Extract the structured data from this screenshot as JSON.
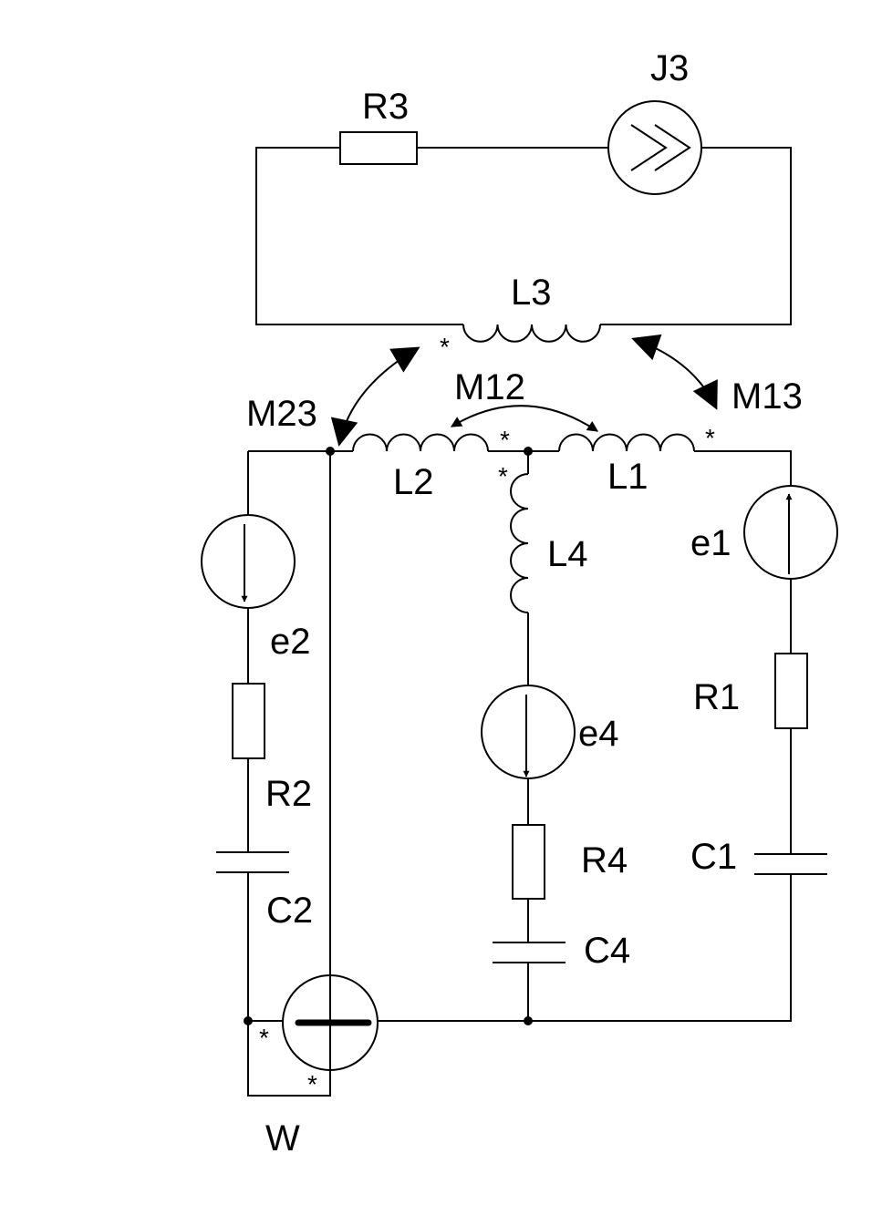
{
  "labels": {
    "R3": "R3",
    "J3": "J3",
    "L3": "L3",
    "M23": "M23",
    "M12": "M12",
    "M13": "M13",
    "L2": "L2",
    "L1": "L1",
    "L4": "L4",
    "e1": "e1",
    "e2": "e2",
    "e4": "e4",
    "R1": "R1",
    "R2": "R2",
    "R4": "R4",
    "C1": "C1",
    "C2": "C2",
    "C4": "C4",
    "W": "W"
  },
  "marks": {
    "star": "*"
  }
}
